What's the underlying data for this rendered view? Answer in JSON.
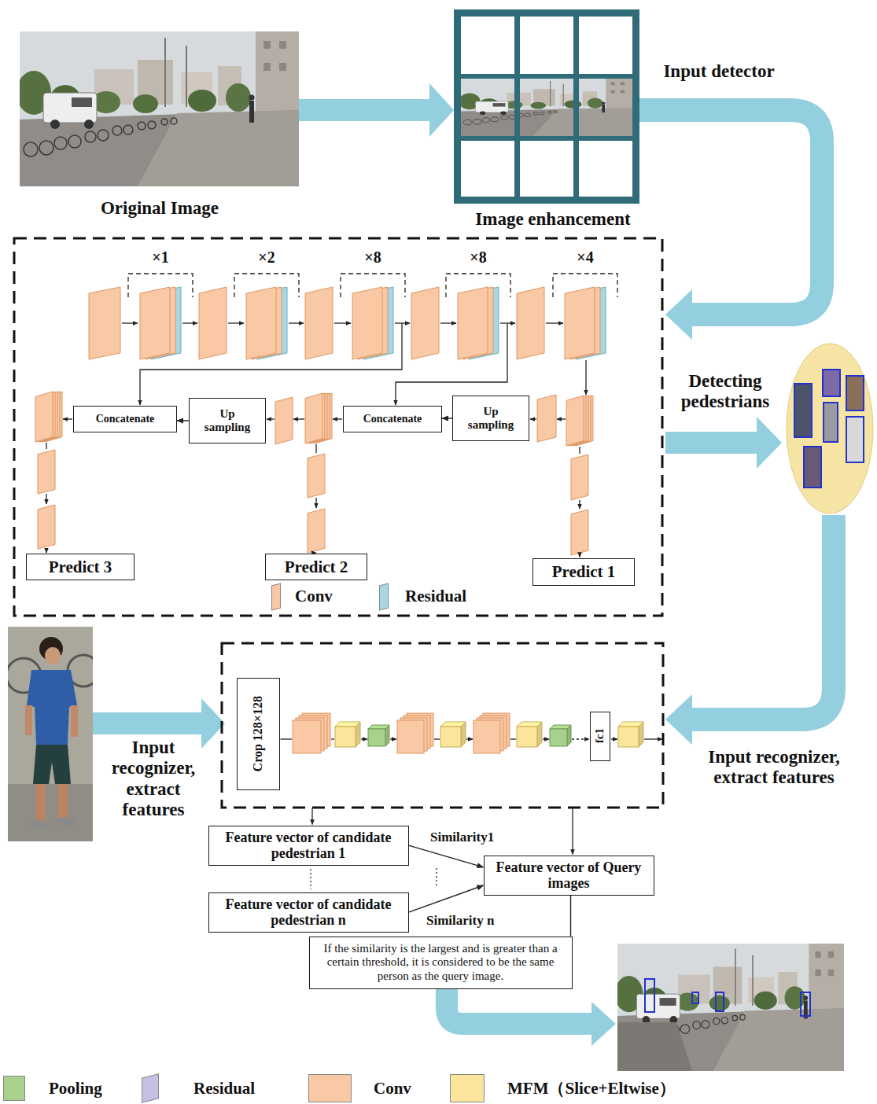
{
  "diagram": {
    "nodes": [
      {
        "text": [
          "Concatenate"
        ]
      },
      {
        "text": [
          "Up sampling"
        ]
      },
      {
        "text": [
          "Concatenate"
        ]
      },
      {
        "text": [
          "Up sampling"
        ]
      },
      {
        "text": [
          "Predict 3"
        ]
      },
      {
        "text": [
          "Predict 2"
        ]
      },
      {
        "text": [
          "Predict 1"
        ]
      },
      {
        "text": [
          "Crop 128×128"
        ]
      },
      {
        "text": [
          "fc1"
        ]
      },
      {
        "text": [
          "Feature vector of candidate pedestrian 1"
        ]
      },
      {
        "text": [
          "Feature vector of candidate pedestrian n"
        ]
      },
      {
        "text": [
          "Feature vector of Query images"
        ]
      },
      {
        "text": [
          "If the similarity is the largest and is greater than a certain threshold, it is considered to be the same person as the query image."
        ]
      }
    ],
    "edges": [
      {
        "from": 1,
        "to": 0,
        "arrow": "to"
      },
      {
        "from": 3,
        "to": 2,
        "arrow": "to"
      },
      {
        "from": 9,
        "to": 11,
        "label": "Similarity1",
        "arrow": "to"
      },
      {
        "from": 10,
        "to": 11,
        "label": "Similarity n",
        "arrow": "to"
      },
      {
        "from": 11,
        "to": 12,
        "arrow": "none"
      }
    ],
    "labels": [
      "Original Image",
      "Image enhancement",
      "Input detector",
      "×1",
      "×2",
      "×8",
      "×8",
      "×4",
      "Detecting pedestrians",
      "Input recognizer, extract features",
      "Input recognizer, extract features"
    ],
    "legend": [
      {
        "text": "Conv",
        "color": "#f9c8a5"
      },
      {
        "text": "Residual",
        "color": "#a9d7e4"
      },
      {
        "text": "Pooling",
        "color": "#a9d18e"
      },
      {
        "text": "Residual",
        "color": "#c8bfe4"
      },
      {
        "text": "Conv",
        "color": "#f9c8a5"
      },
      {
        "text": "MFM（Slice+Eltwise）",
        "color": "#fbe49b"
      }
    ]
  }
}
